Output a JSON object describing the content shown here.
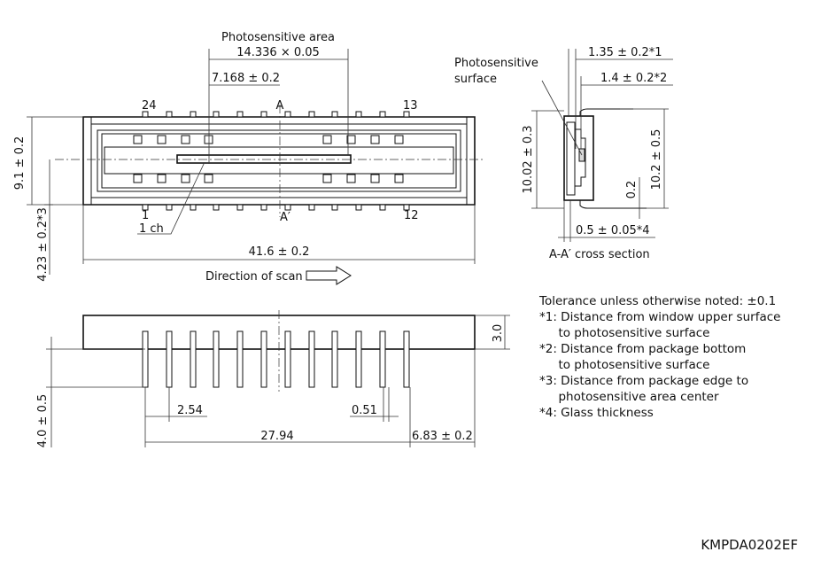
{
  "top_view": {
    "photosensitive_area_label": "Photosensitive area",
    "photosensitive_area_dim": "14.336 × 0.05",
    "half_length_dim": "7.168 ± 0.2",
    "section_mark_top": "A",
    "section_mark_bottom": "A′",
    "pin_24": "24",
    "pin_13": "13",
    "pin_1": "1",
    "pin_12": "12",
    "channel_label": "1 ch",
    "height_dim": "9.1 ± 0.2",
    "offset_dim": "4.23 ± 0.2*3",
    "width_dim": "41.6 ± 0.2",
    "scan_direction": "Direction of scan"
  },
  "cross_section": {
    "surface_label_line1": "Photosensitive",
    "surface_label_line2": "surface",
    "dim_1": "1.35 ± 0.2*1",
    "dim_2": "1.4 ± 0.2*2",
    "height_inner": "10.02 ± 0.3",
    "height_outer": "10.2 ± 0.5",
    "lead_thickness": "0.2",
    "glass_dim": "0.5 ± 0.05*4",
    "caption": "A-A′ cross section"
  },
  "side_view": {
    "body_height": "3.0",
    "lead_length": "4.0 ± 0.5",
    "pitch": "2.54",
    "lead_width": "0.51",
    "span": "27.94",
    "edge_offset": "6.83 ± 0.2"
  },
  "notes": [
    "Tolerance unless otherwise noted: ±0.1",
    "*1: Distance from window upper surface",
    "     to photosensitive surface",
    "*2: Distance from package bottom",
    "     to photosensitive surface",
    "*3: Distance from package edge to",
    "     photosensitive area center",
    "*4: Glass thickness"
  ],
  "drawing_code": "KMPDA0202EF"
}
